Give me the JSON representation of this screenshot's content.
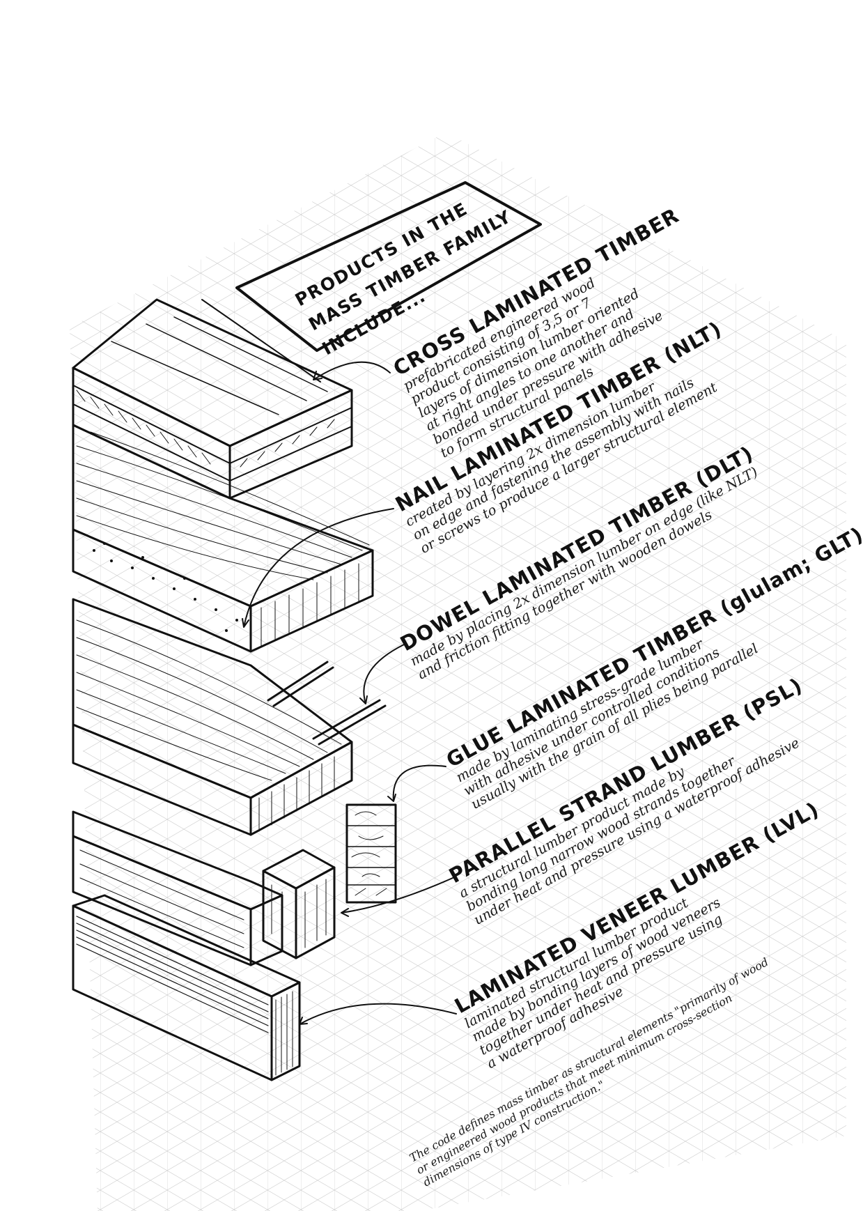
{
  "title_box": {
    "lines": [
      "PRODUCTS IN THE",
      "MASS TIMBER FAMILY",
      "INCLUDE..."
    ]
  },
  "products": [
    {
      "heading": "CROSS LAMINATED TIMBER",
      "description": [
        "prefabricated engineered wood",
        "product consisting of 3,5 or 7",
        "layers of dimension lumber oriented",
        "at right angles to one another and",
        "bonded under pressure with adhesive",
        "to form structural panels"
      ]
    },
    {
      "heading": "NAIL LAMINATED TIMBER (NLT)",
      "description": [
        "created by layering 2x dimension lumber",
        "on edge and fastening the assembly with nails",
        "or screws to produce a larger structural element"
      ]
    },
    {
      "heading": "DOWEL LAMINATED TIMBER (DLT)",
      "description": [
        "made by placing 2x dimension lumber on edge (like NLT)",
        "and friction fitting together with wooden dowels"
      ]
    },
    {
      "heading": "GLUE LAMINATED TIMBER (glulam; GLT)",
      "description": [
        "made by laminating stress-grade lumber",
        "with adhesive under controlled conditions",
        "usually with the grain of all plies being parallel"
      ]
    },
    {
      "heading": "PARALLEL STRAND LUMBER (PSL)",
      "description": [
        "a structural lumber product made by",
        "bonding long narrow wood strands together",
        "under heat and pressure using a waterproof adhesive"
      ]
    },
    {
      "heading": "LAMINATED VENEER LUMBER (LVL)",
      "description": [
        "laminated structural lumber product",
        "made by bonding layers of wood veneers",
        "together under heat and pressure using",
        "a waterproof adhesive"
      ]
    }
  ],
  "footer_note": [
    "The code defines mass timber as structural elements \"primarily of wood",
    "or engineered wood products that meet minimum cross-section",
    "dimensions of type IV construction.\""
  ]
}
